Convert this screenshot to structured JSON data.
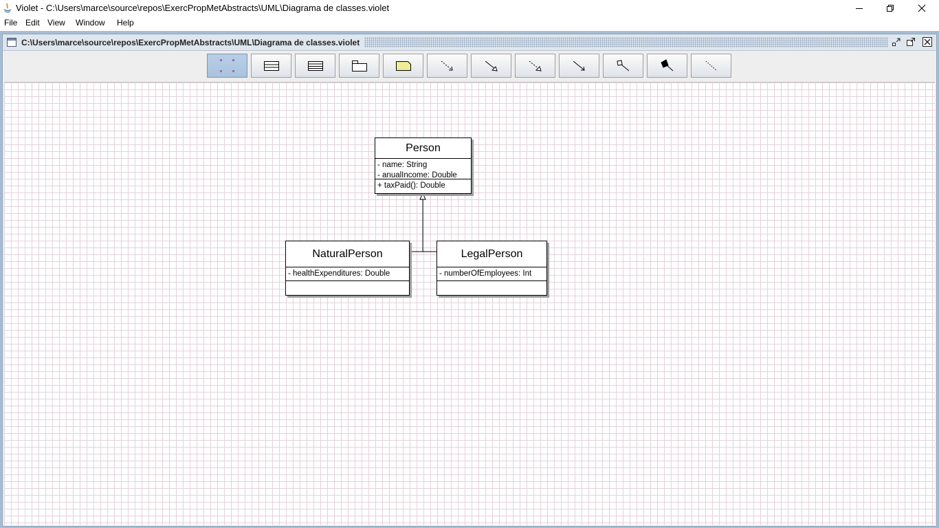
{
  "window": {
    "title": "Violet - C:\\Users\\marce\\source\\repos\\ExercPropMetAbstracts\\UML\\Diagrama de classes.violet"
  },
  "menu": {
    "file": "File",
    "edit": "Edit",
    "view": "View",
    "window": "Window",
    "help": "Help"
  },
  "document": {
    "title": "C:\\Users\\marce\\source\\repos\\ExercPropMetAbstracts\\UML\\Diagrama de classes.violet"
  },
  "toolbar": {
    "tools": [
      {
        "icon": "select-grabber-icon",
        "selected": true
      },
      {
        "icon": "class-node-icon"
      },
      {
        "icon": "interface-node-icon"
      },
      {
        "icon": "package-node-icon"
      },
      {
        "icon": "note-node-icon"
      },
      {
        "icon": "dependency-edge-icon"
      },
      {
        "icon": "inheritance-edge-icon"
      },
      {
        "icon": "interface-realization-edge-icon"
      },
      {
        "icon": "association-edge-icon"
      },
      {
        "icon": "aggregation-edge-icon"
      },
      {
        "icon": "composition-edge-icon"
      },
      {
        "icon": "note-connector-edge-icon"
      }
    ]
  },
  "diagram": {
    "classes": [
      {
        "id": "person",
        "name": "Person",
        "attributes": [
          "- name: String",
          "- anualIncome: Double"
        ],
        "methods": [
          "+ taxPaid(): Double"
        ]
      },
      {
        "id": "natural-person",
        "name": "NaturalPerson",
        "attributes": [
          "- healthExpenditures: Double"
        ],
        "methods": []
      },
      {
        "id": "legal-person",
        "name": "LegalPerson",
        "attributes": [
          "- numberOfEmployees: Int"
        ],
        "methods": []
      }
    ],
    "edges": [
      {
        "type": "inheritance",
        "from": "NaturalPerson",
        "to": "Person"
      },
      {
        "type": "inheritance",
        "from": "LegalPerson",
        "to": "Person"
      }
    ]
  },
  "colors": {
    "grid": "#e3d2dc",
    "selected_tool": "#a9c3de",
    "desktop": "#a6bcd2",
    "note_fill": "#f0ec96"
  }
}
